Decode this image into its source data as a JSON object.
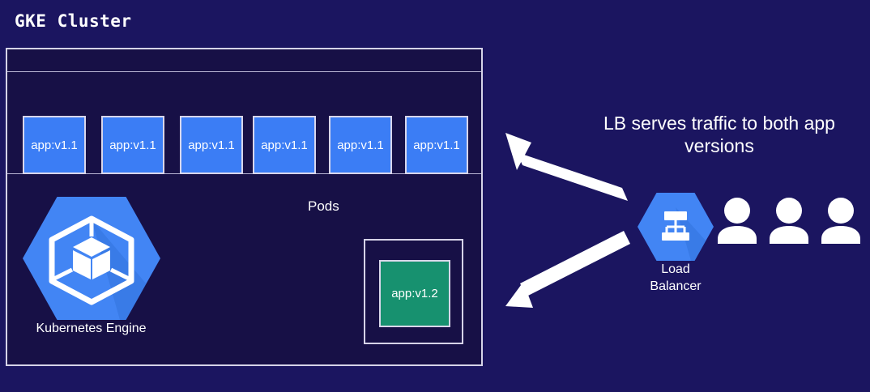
{
  "diagram": {
    "title": "GKE Cluster",
    "background_color": "#1b1560",
    "panel_color": "#171046",
    "border_color": "#d6d3e8"
  },
  "cluster": {
    "title": "GKE Cluster",
    "pods_label": "Pods",
    "pod_color": "#3b7df5",
    "pods": [
      {
        "label": "app:v1.1"
      },
      {
        "label": "app:v1.1"
      },
      {
        "label": "app:v1.1"
      },
      {
        "label": "app:v1.1"
      },
      {
        "label": "app:v1.1"
      },
      {
        "label": "app:v1.1"
      }
    ],
    "canary": {
      "label": "app:v1.2",
      "color": "#17916f"
    },
    "gke": {
      "caption": "Kubernetes Engine",
      "icon": "kubernetes-engine-hexagon-icon",
      "color": "#4285f4"
    }
  },
  "right_panel": {
    "annotation_line1": "LB serves traffic to both app",
    "annotation_line2": "versions",
    "load_balancer": {
      "caption_line1": "Load",
      "caption_line2": "Balancer",
      "icon": "load-balancer-hexagon-icon",
      "color": "#4285f4"
    },
    "users": [
      {
        "icon": "user-icon"
      },
      {
        "icon": "user-icon"
      },
      {
        "icon": "user-icon"
      }
    ],
    "arrows": [
      {
        "name": "arrow-to-pods-v1-1",
        "direction": "up-left"
      },
      {
        "name": "arrow-to-pod-v1-2",
        "direction": "down-left"
      }
    ],
    "arrow_color": "#ffffff"
  }
}
